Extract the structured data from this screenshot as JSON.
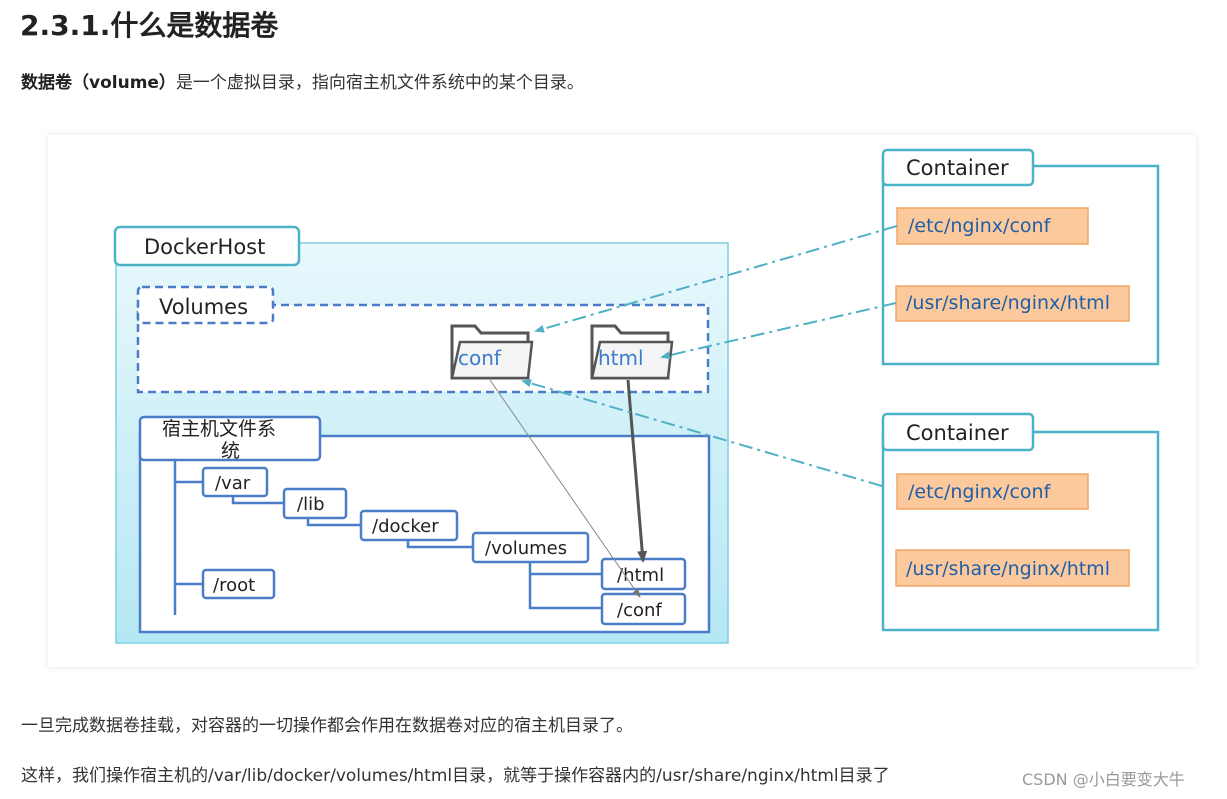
{
  "heading": "2.3.1.什么是数据卷",
  "intro": {
    "bold": "数据卷（volume）",
    "rest": "是一个虚拟目录，指向宿主机文件系统中的某个目录。"
  },
  "diagram": {
    "docker_host_label": "DockerHost",
    "volumes_label": "Volumes",
    "folders": {
      "conf": "conf",
      "html": "html"
    },
    "host_fs_label_line1": "宿主机文件系",
    "host_fs_label_line2": "统",
    "tree": {
      "var": "/var",
      "lib": "/lib",
      "docker": "/docker",
      "volumes": "/volumes",
      "html": "/html",
      "conf": "/conf",
      "root": "/root"
    },
    "containers": [
      {
        "title": "Container",
        "paths": [
          "/etc/nginx/conf",
          "/usr/share/nginx/html"
        ]
      },
      {
        "title": "Container",
        "paths": [
          "/etc/nginx/conf",
          "/usr/share/nginx/html"
        ]
      }
    ],
    "colors": {
      "teal_border": "#4bb3c8",
      "host_fill": "#d4f3fb",
      "blue_border": "#4a7cc7",
      "folder_text": "#3b7bd0",
      "orange_fill": "#fbc99c",
      "orange_border": "#f0a765",
      "path_text": "#1f5fa8",
      "dash_arrow": "#4fb0c6"
    }
  },
  "para2": "一旦完成数据卷挂载，对容器的一切操作都会作用在数据卷对应的宿主机目录了。",
  "para3": "这样，我们操作宿主机的/var/lib/docker/volumes/html目录，就等于操作容器内的/usr/share/nginx/html目录了",
  "watermark": "CSDN @小白要变大牛"
}
